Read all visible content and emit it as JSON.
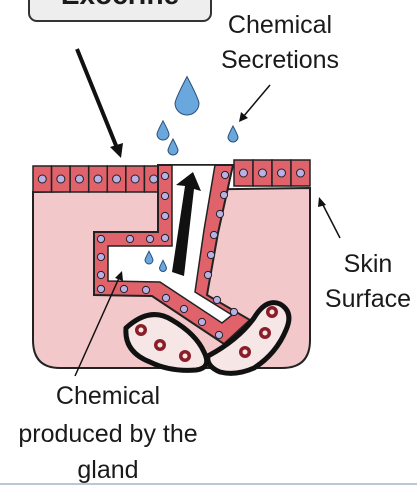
{
  "title_box": {
    "text": "Exocrine"
  },
  "labels": {
    "secretions": [
      "Chemical",
      "Secretions"
    ],
    "skin_surface": [
      "Skin",
      "Surface"
    ],
    "produced": [
      "Chemical",
      "produced by the",
      "gland"
    ]
  },
  "colors": {
    "skin_fill": "#f2c8cb",
    "cell_fill": "#e0626b",
    "nucleus_fill": "#b9b1e6",
    "droplet": "#6aa7dc",
    "vessel_fill": "#f7e6e6",
    "blood_cell": "#8b1d28",
    "outline": "#111111"
  }
}
